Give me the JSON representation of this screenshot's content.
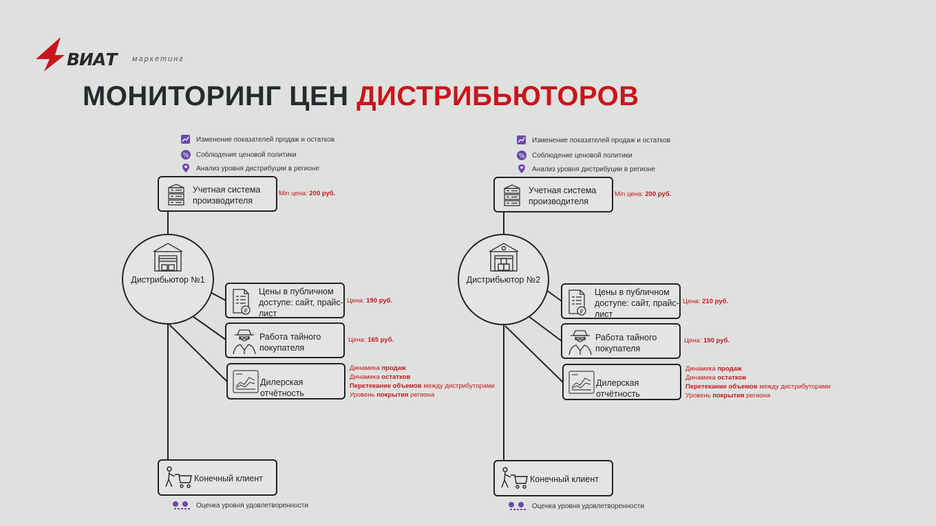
{
  "brand": {
    "name": "ВИАТ",
    "sub": "маркетинг",
    "accent": "#c8161d"
  },
  "title": {
    "part1": "МОНИТОРИНГ ЦЕН ",
    "part2": "ДИСТРИБЬЮТОРОВ"
  },
  "legend": [
    "Изменение показателей продаж и остатков",
    "Соблюдение ценовой политики",
    "Анализ уровня дистрибуции в регионе"
  ],
  "labels": {
    "manufacturer": "Учетная система производителя",
    "public_prices": "Цены в публичном доступе: сайт, прайс-лист",
    "mystery": "Работа тайного покупателя",
    "dealer": "Дилерская отчётность",
    "client": "Конечный клиент",
    "satisfaction": "Оценка уровня удовлетворенности",
    "min_price_label": "Min цена:",
    "price_label": "Цена:"
  },
  "dynamics": [
    {
      "pre": "Динамика ",
      "bold": "продаж",
      "post": ""
    },
    {
      "pre": "Динамика ",
      "bold": "остатков",
      "post": ""
    },
    {
      "pre": "",
      "bold": "Перетекание объемов",
      "post": " между дистрибуторами"
    },
    {
      "pre": "Уровень ",
      "bold": "покрытия",
      "post": " региона"
    }
  ],
  "panels": [
    {
      "distributor": "Дистрибьютор №1",
      "min_price": "200 руб.",
      "public_price": "190 руб.",
      "mystery_price": "165 руб."
    },
    {
      "distributor": "Дистрибьютор №2",
      "min_price": "200 руб.",
      "public_price": "210 руб.",
      "mystery_price": "190 руб."
    }
  ]
}
